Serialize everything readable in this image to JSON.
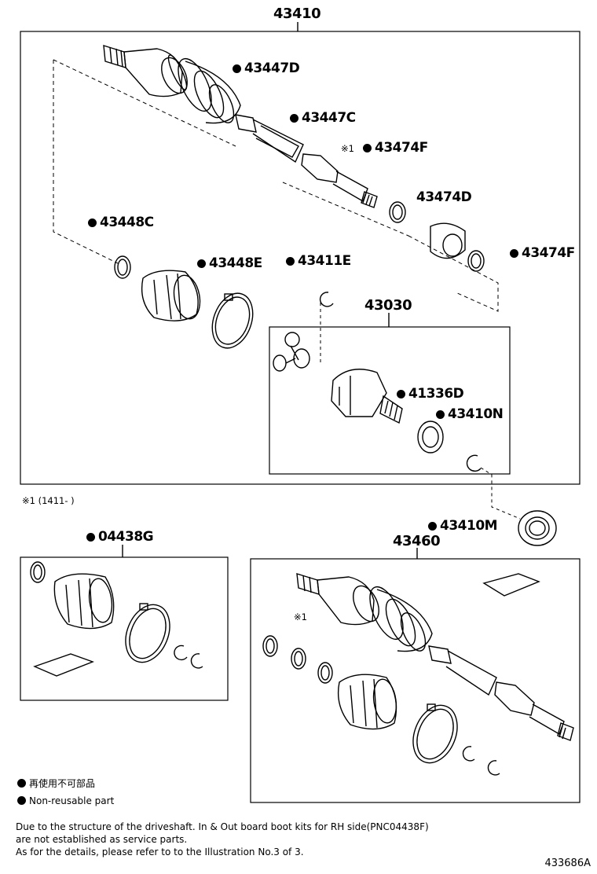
{
  "assemblies": {
    "main_shaft": "43410",
    "inboard_joint": "43030",
    "boot_kit": "04438G",
    "rh_shaft": "43460"
  },
  "parts": {
    "p43447D": "43447D",
    "p43447C": "43447C",
    "p43474F_top": "43474F",
    "p43474D": "43474D",
    "p43474F_right": "43474F",
    "p43448C": "43448C",
    "p43448E": "43448E",
    "p43411E": "43411E",
    "p41336D": "41336D",
    "p43410N": "43410N",
    "p43410M": "43410M"
  },
  "notes": {
    "mark": "※1",
    "mark_range": "※1 (1411-      )"
  },
  "legend": {
    "jp": "再使用不可部品",
    "en": "Non-reusable part"
  },
  "footnote": {
    "line1": "Due to the structure of the driveshaft. In & Out board  boot kits for RH side(PNC04438F)",
    "line2": "are not established as service parts.",
    "line3": "As for the details, please refer to to the Illustration No.3 of 3."
  },
  "illustration_number": "433686A"
}
